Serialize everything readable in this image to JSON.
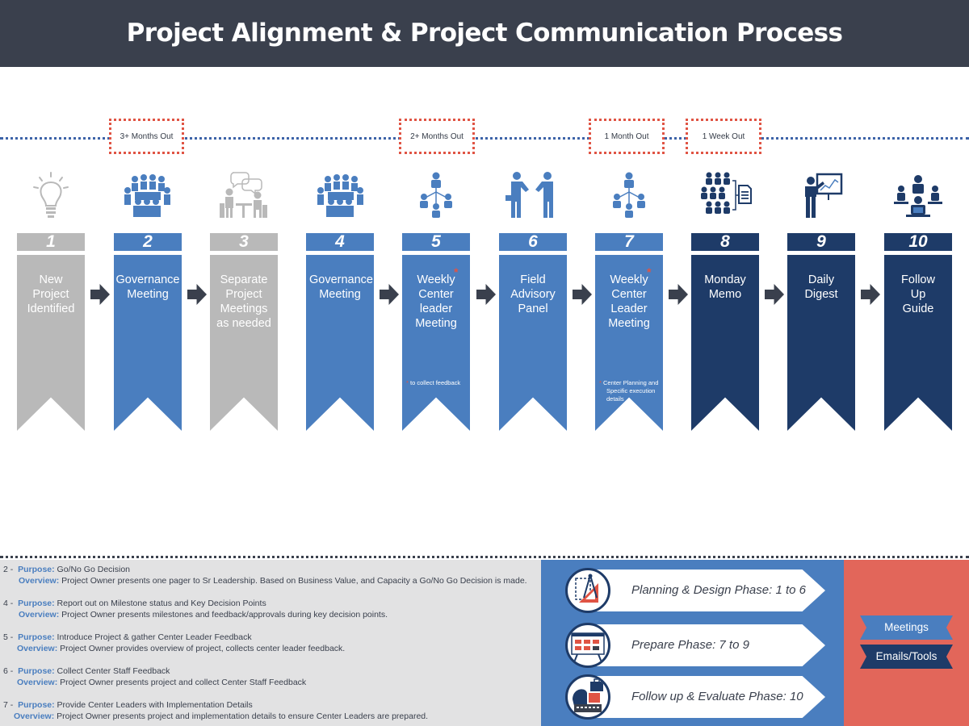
{
  "title": "Project Alignment & Project Communication Process",
  "timeline": [
    {
      "label": "3+ Months Out"
    },
    {
      "label": "2+ Months Out"
    },
    {
      "label": "1 Month Out"
    },
    {
      "label": "1 Week Out"
    }
  ],
  "steps": [
    {
      "num": "1",
      "label": "New Project Identified",
      "color": "#b9b9b9",
      "icon": "lightbulb-icon"
    },
    {
      "num": "2",
      "label": "Governance Meeting",
      "color": "#4a7ebf",
      "icon": "boardroom-meeting-icon"
    },
    {
      "num": "3",
      "label": "Separate Project Meetings as needed",
      "color": "#b9b9b9",
      "icon": "conversation-icon"
    },
    {
      "num": "4",
      "label": "Governance Meeting",
      "color": "#4a7ebf",
      "icon": "boardroom-meeting-icon"
    },
    {
      "num": "5",
      "label": "Weekly Center leader Meeting",
      "color": "#4a7ebf",
      "icon": "org-chart-icon",
      "note": "to collect feedback"
    },
    {
      "num": "6",
      "label": "Field Advisory Panel",
      "color": "#4a7ebf",
      "icon": "handshake-icon"
    },
    {
      "num": "7",
      "label": "Weekly Center Leader Meeting",
      "color": "#4a7ebf",
      "icon": "org-chart-icon",
      "note": "Center Planning and Specific execution details"
    },
    {
      "num": "8",
      "label": "Monday Memo",
      "color": "#1e3b68",
      "icon": "group-document-icon"
    },
    {
      "num": "9",
      "label": "Daily Digest",
      "color": "#1e3b68",
      "icon": "presenter-icon"
    },
    {
      "num": "10",
      "label": "Follow Up Guide",
      "color": "#1e3b68",
      "icon": "laptop-meeting-icon"
    }
  ],
  "notes": [
    {
      "prefix": "2 -",
      "purpose_label": "Purpose:",
      "purpose": "Go/No Go Decision",
      "overview_label": "Overview:",
      "overview": "Project Owner presents one pager to Sr Leadership. Based on Business Value, and Capacity a Go/No Go Decision is made."
    },
    {
      "prefix": "4 -",
      "purpose_label": "Purpose:",
      "purpose": "Report out on Milestone status and Key Decision Points",
      "overview_label": "Overview:",
      "overview": "Project Owner presents milestones and feedback/approvals during key decision points."
    },
    {
      "prefix": "5 -",
      "purpose_label": "Purpose:",
      "purpose": "Introduce Project & gather Center Leader Feedback",
      "overview_label": "Overview:",
      "overview": "Project Owner provides overview of project, collects center leader feedback."
    },
    {
      "prefix": "6 -",
      "purpose_label": "Purpose:",
      "purpose": "Collect Center Staff Feedback",
      "overview_label": "Overview:",
      "overview": "Project Owner presents project and collect Center Staff Feedback"
    },
    {
      "prefix": "7 -",
      "purpose_label": "Purpose:",
      "purpose": "Provide Center Leaders with Implementation Details",
      "overview_label": "Overview:",
      "overview": "Project Owner presents project and implementation details to ensure Center Leaders are prepared."
    }
  ],
  "phases": [
    {
      "label": "Planning & Design Phase: 1 to 6",
      "icon": "drafting-tools-icon"
    },
    {
      "label": "Prepare Phase: 7 to 9",
      "icon": "planning-board-icon"
    },
    {
      "label": "Follow up & Evaluate Phase: 10",
      "icon": "briefcase-laptop-icon"
    }
  ],
  "legend": {
    "meetings": "Meetings",
    "emails_tools": "Emails/Tools"
  },
  "colors": {
    "header": "#3a404d",
    "gray": "#b9b9b9",
    "blue": "#4a7ebf",
    "navy": "#1e3b68",
    "red": "#e05444",
    "coral": "#e2665a"
  }
}
